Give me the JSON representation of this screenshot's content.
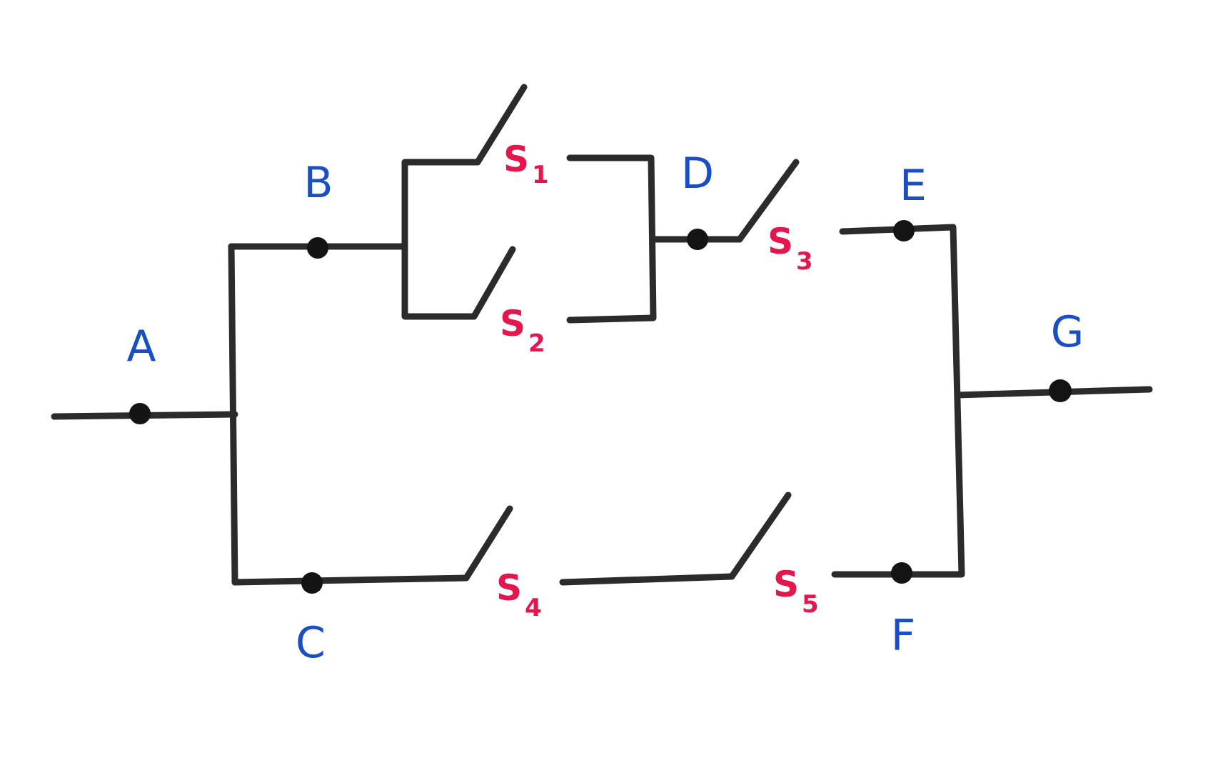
{
  "diagram": {
    "type": "switch network",
    "colors": {
      "wire": "#2b2b2b",
      "node_label": "#1a4fc4",
      "switch_label": "#e3174e"
    },
    "nodes": [
      {
        "id": "A",
        "label": "A"
      },
      {
        "id": "B",
        "label": "B"
      },
      {
        "id": "C",
        "label": "C"
      },
      {
        "id": "D",
        "label": "D"
      },
      {
        "id": "E",
        "label": "E"
      },
      {
        "id": "F",
        "label": "F"
      },
      {
        "id": "G",
        "label": "G"
      }
    ],
    "switches": [
      {
        "id": "S1",
        "letter": "S",
        "sub": "1",
        "between": [
          "B",
          "D"
        ],
        "state": "open"
      },
      {
        "id": "S2",
        "letter": "S",
        "sub": "2",
        "between": [
          "B",
          "D"
        ],
        "state": "open"
      },
      {
        "id": "S3",
        "letter": "S",
        "sub": "3",
        "between": [
          "D",
          "E"
        ],
        "state": "open"
      },
      {
        "id": "S4",
        "letter": "S",
        "sub": "4",
        "between": [
          "C",
          "F"
        ],
        "state": "open"
      },
      {
        "id": "S5",
        "letter": "S",
        "sub": "5",
        "between": [
          "C",
          "F"
        ],
        "state": "open"
      }
    ]
  }
}
